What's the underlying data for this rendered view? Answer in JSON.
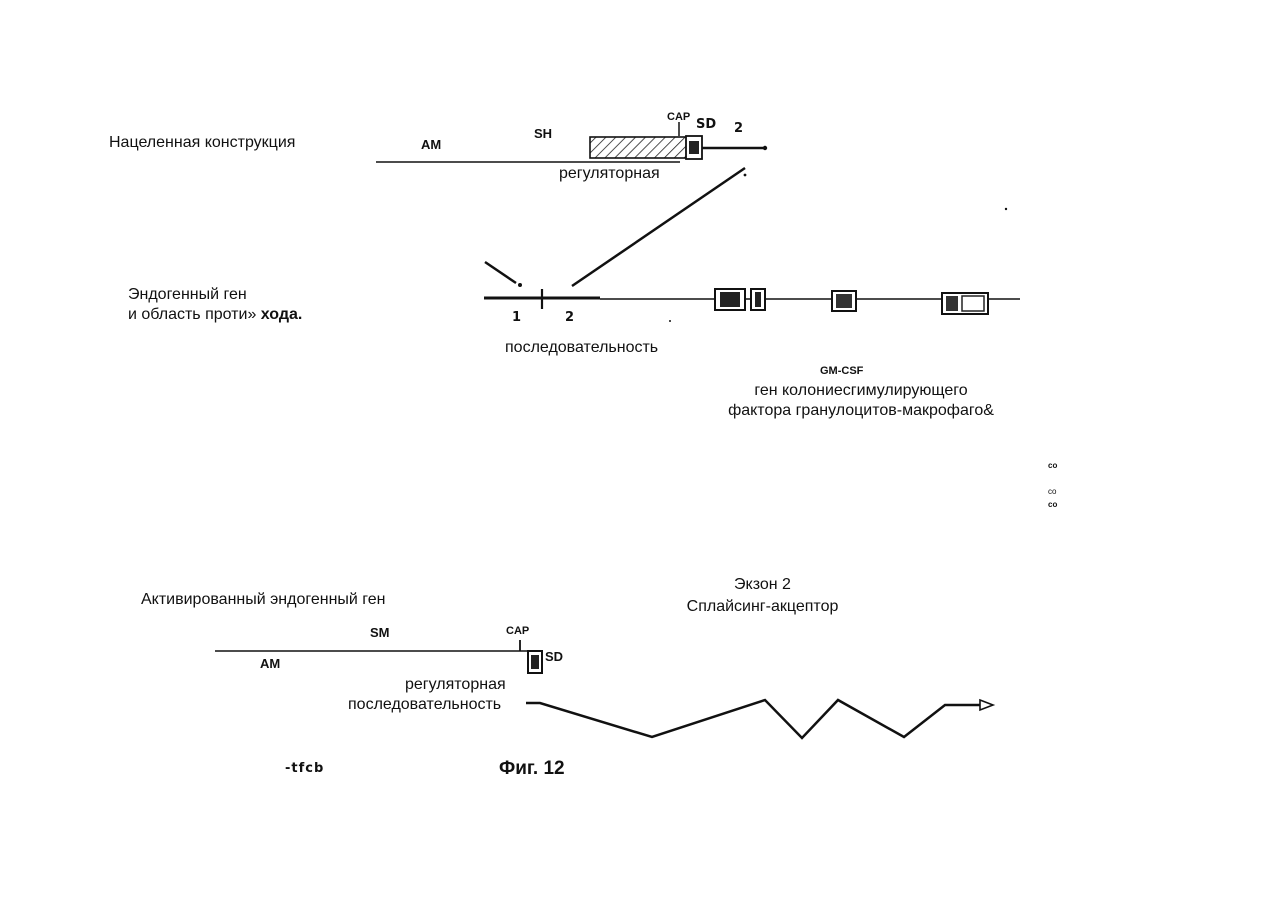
{
  "construct": {
    "title": "Нацеленная конструкция",
    "am": "АМ",
    "sh": "SH",
    "cap": "CAP",
    "sd": "SD",
    "exon": "2",
    "regulatory": "регуляторная"
  },
  "endogenous": {
    "title_line1": "Эндогенный ген",
    "title_line2_prefix": "и область проти»",
    "title_line2_bold": "хода.",
    "exon1": "1",
    "exon2": "2",
    "sequence": "последовательность",
    "gene_abbr": "GM-CSF",
    "gene_line1": "ген колониесгимулирующего",
    "gene_line2": "фактора гранулоцитов-макрофаго&"
  },
  "margin_marks": [
    "co",
    "co",
    "co"
  ],
  "activated": {
    "title": "Активированный эндогенный ген",
    "exon2": "Экзон 2",
    "splice_acceptor": "Сплайсинг-акцептор",
    "sm": "SM",
    "am": "АМ",
    "cap": "CAP",
    "sd": "SD",
    "reg_line1": "регуляторная",
    "reg_line2": "последовательность",
    "handwritten": "-tfcb",
    "figure": "Фиг. 12"
  }
}
